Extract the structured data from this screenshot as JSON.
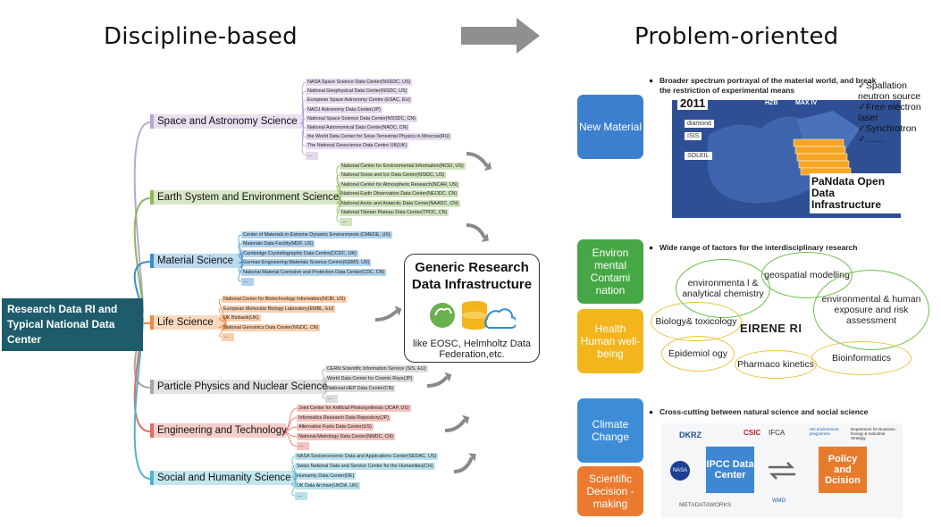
{
  "headings": {
    "left": "Discipline-based",
    "right": "Problem-oriented"
  },
  "root": "Research Data RI and Typical National Data Center",
  "categories": [
    {
      "label": "Space and Astronomy Science",
      "color": "#b9a6d2",
      "leaves": [
        "NASA Space Science Data Center(NSSDC, US)",
        "National Geophysical Data Center(NGDC, US)",
        "European Space Astronomy Centre (ESAC, EU)",
        "NAOJ Astronomy Data Center(JP)",
        "National Space Science Data Center(NSSDC, CN)",
        "National Astronomical Data Center(NADC, CN)",
        "the World Data Center for Solar-Terrestrial Physics in Moscow(RU)",
        "The National Geoscience Data Centre UK(UK)"
      ]
    },
    {
      "label": "Earth System and Environment Science",
      "color": "#8bb85a",
      "leaves": [
        "National Center for Environmental Information(NCEI, US)",
        "National Snow and Ice Data Center(NSIDC, US)",
        "National Center for Atmospheric Research(NCAR, US)",
        "National Earth Observation Data Center(NEODC, CN)",
        "National Arctic and Antarctic Data Center(NAADC, CN)",
        "National Tibetan Plateau Data Center(TPDC, CN)"
      ]
    },
    {
      "label": "Material Science",
      "color": "#3a8fd0",
      "leaves": [
        "Center of Materials in Extreme Dynamic Environments (CMEDE, US)",
        "Materials Data Facility(MDF, US)",
        "Cambridge Crystallographic Data Centre(CCDC, UK)",
        "German Engineering Materials Science Centre(GEMS, US)",
        "National Material Corrosion and Protection Data Center(CDC, CN)"
      ]
    },
    {
      "label": "Life Science",
      "color": "#f08a3c",
      "leaves": [
        "National Center for Biotechnology Information(NCBI, US)",
        "European Molecular Biology Laboratory(EMBL, EU)",
        "UK Biobank(UK)",
        "National Genomics Data Center(NGDC, CN)"
      ]
    },
    {
      "label": "Particle Physics and Nuclear Science",
      "color": "#a7a7a7",
      "leaves": [
        "CERN Scientific Information Service (SIS, EU)",
        "World Data Center for Cosmic Rays(JP)",
        "National HEP Data Center(CN)"
      ]
    },
    {
      "label": "Engineering and Technology",
      "color": "#e26b5f",
      "leaves": [
        "Joint Center for Artificial Photosynthesis (JCAP, US)",
        "Informatics Research Data Repository(JP)",
        "Alternative Fuels Data Center(US)",
        "National Metrology Data Center(NMDC, CN)"
      ]
    },
    {
      "label": "Social and Humanity Science",
      "color": "#4fb3cf",
      "leaves": [
        "NASA Socioeconomic Data and Applications Center(SEDAC, US)",
        "Swiss National Data and Service Center for the Humanities(CH)",
        "Humanity Data Center(DE)",
        "UK Data Archive(UKDA, UK)"
      ]
    }
  ],
  "generic": {
    "title": "Generic Research Data Infrastructure",
    "subtitle": "like EOSC, Helmholtz Data Federation,etc."
  },
  "tiles": [
    {
      "label": "New Material",
      "color": "#3d7fcf"
    },
    {
      "label": "Environ mental Contami nation",
      "color": "#45a844"
    },
    {
      "label": "Health Human well-being",
      "color": "#f2b51c"
    },
    {
      "label": "Climate Change",
      "color": "#3d8cd6"
    },
    {
      "label": "Scientific Decision -making",
      "color": "#ec7a2e"
    }
  ],
  "panel1": {
    "bullet": "Broader spectrum portrayal of the material world, and break the restriction of experimental means",
    "year": "2011",
    "checks": [
      "Spallation neutron source",
      "Free electron laser",
      "Synchrotron",
      "……"
    ],
    "facilities": [
      "HZB",
      "MAX IV",
      "diamond",
      "ISIS",
      "SOLEIL"
    ],
    "pan_label": "PaNdata Open Data Infrastructure"
  },
  "panel2": {
    "bullet": "Wide range of factors for the interdisciplinary research",
    "green_bubbles": [
      "environmenta l & analytical chemistry",
      "geospatial modelling",
      "environmental & human exposure and risk assessment"
    ],
    "yellow_bubbles": [
      "Biology& toxicology",
      "Epidemiol ogy",
      "Pharmaco kinetics",
      "Bioinformatics"
    ],
    "center": "EIRENE RI"
  },
  "panel3": {
    "bullet": "Cross-cutting between natural science and social science",
    "logos": [
      "DKRZ",
      "CSIC",
      "IFCA",
      "NASA",
      "UN environment programme",
      "Department for Business, Energy & Industrial Strategy",
      "METADATAWORKS",
      "WMO"
    ],
    "ipcc": "IPCC Data Center",
    "policy": "Policy and Dcision"
  },
  "colors": {
    "root_bg": "#1f5c6b",
    "arrow": "#8a8a8a",
    "green_ring": "#6cbf4a",
    "yellow_ring": "#e8c440"
  }
}
